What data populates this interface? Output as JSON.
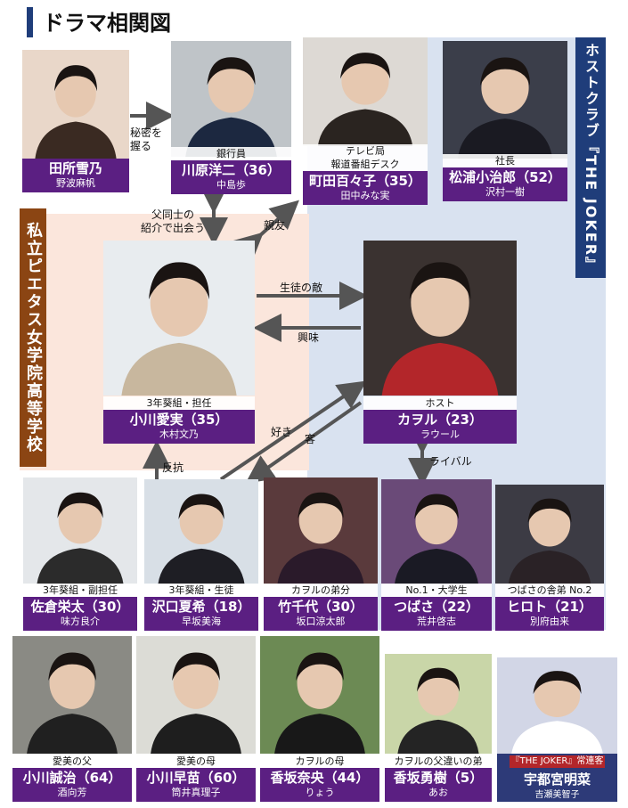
{
  "title": "ドラマ相関図",
  "zones": {
    "host_club": "ホストクラブ『THE JOKER』",
    "school": "私立ピエタス女学院高等学校"
  },
  "characters": {
    "tadokoro": {
      "role": "",
      "name": "田所雪乃",
      "actor": "野波麻帆"
    },
    "kawahara": {
      "role": "銀行員",
      "name": "川原洋二（36）",
      "actor": "中島歩"
    },
    "machida": {
      "role1": "テレビ局",
      "role2": "報道番組デスク",
      "name": "町田百々子（35）",
      "actor": "田中みな実"
    },
    "matsuura": {
      "role": "社長",
      "name": "松浦小治郎（52）",
      "actor": "沢村一樹"
    },
    "manami": {
      "role": "3年葵組・担任",
      "name": "小川愛実（35）",
      "actor": "木村文乃"
    },
    "kaoru": {
      "role": "ホスト",
      "name": "カヲル（23）",
      "actor": "ラウール"
    },
    "sakura": {
      "role": "3年葵組・副担任",
      "name": "佐倉栄太（30）",
      "actor": "味方良介"
    },
    "sawaguchi": {
      "role": "3年葵組・生徒",
      "name": "沢口夏希（18）",
      "actor": "早坂美海"
    },
    "takechiyo": {
      "role": "カヲルの弟分",
      "name": "竹千代（30）",
      "actor": "坂口涼太郎"
    },
    "tsubasa": {
      "role": "No.1・大学生",
      "name": "つばさ（22）",
      "actor": "荒井啓志"
    },
    "hiroto": {
      "role": "つばさの舎弟 No.2",
      "name": "ヒロト（21）",
      "actor": "別府由来"
    },
    "seiji": {
      "role": "愛美の父",
      "name": "小川誠治（64）",
      "actor": "酒向芳"
    },
    "sanae": {
      "role": "愛美の母",
      "name": "小川早苗（60）",
      "actor": "筒井真理子"
    },
    "nao": {
      "role": "カヲルの母",
      "name": "香坂奈央（44）",
      "actor": "りょう"
    },
    "yuki": {
      "role": "カヲルの父違いの弟",
      "name": "香坂勇樹（5）",
      "actor": "あお"
    },
    "utsunomiya": {
      "banner": "『THE JOKER』常連客",
      "name": "宇都宮明菜",
      "actor": "吉瀬美智子"
    }
  },
  "relations": {
    "secret": "秘密を\n握る",
    "introduced": "父同士の\n紹介で出会う",
    "best_friend": "親友",
    "enemy": "生徒の敵",
    "interest": "興味",
    "like": "好き",
    "customer": "客",
    "rebel": "反抗",
    "rival": "ライバル"
  },
  "colors": {
    "name_bg": "#5b1f82",
    "host_zone": "#d9e2f0",
    "school_zone": "#fbe6dc",
    "host_label": "#1f3d7a",
    "school_label": "#8b4513",
    "arrow": "#555555"
  }
}
